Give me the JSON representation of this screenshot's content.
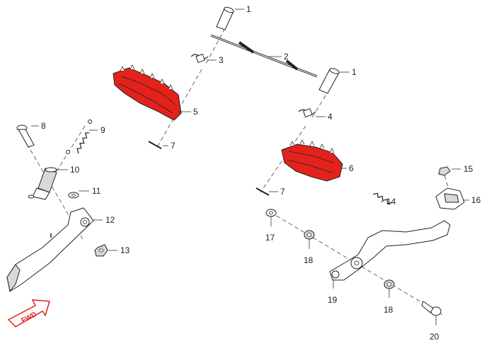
{
  "accent": {
    "red": "#e3221c",
    "fwd_outline": "#e3221c"
  },
  "fwd_label": "FWD",
  "callouts": {
    "c1a": "1",
    "c1b": "1",
    "c2": "2",
    "c3": "3",
    "c4": "4",
    "c5": "5",
    "c6": "6",
    "c7a": "7",
    "c7b": "7",
    "c8": "8",
    "c9": "9",
    "c10": "10",
    "c11": "11",
    "c12": "12",
    "c13": "13",
    "c14": "14",
    "c15": "15",
    "c16": "16",
    "c17": "17",
    "c18a": "18",
    "c18b": "18",
    "c19": "19",
    "c20": "20"
  }
}
